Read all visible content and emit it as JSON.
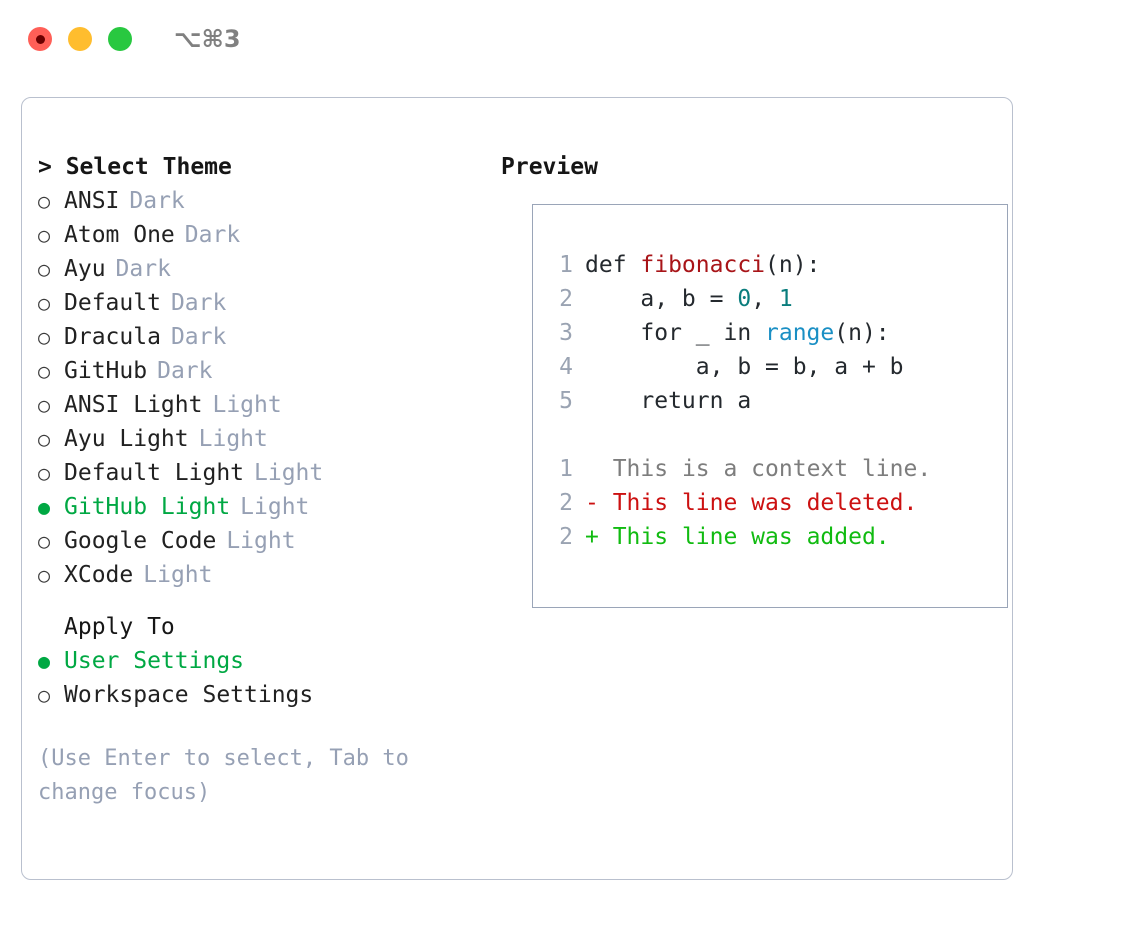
{
  "titlebar": {
    "shortcut": "⌥⌘3",
    "buttons": [
      "close",
      "minimize",
      "maximize"
    ]
  },
  "left": {
    "heading": "> Select Theme",
    "bullet_unselected": "○",
    "bullet_selected": "●",
    "themes": [
      {
        "name": "ANSI",
        "variant": "Dark",
        "selected": false
      },
      {
        "name": "Atom One",
        "variant": "Dark",
        "selected": false
      },
      {
        "name": "Ayu",
        "variant": "Dark",
        "selected": false
      },
      {
        "name": "Default",
        "variant": "Dark",
        "selected": false
      },
      {
        "name": "Dracula",
        "variant": "Dark",
        "selected": false
      },
      {
        "name": "GitHub",
        "variant": "Dark",
        "selected": false
      },
      {
        "name": "ANSI Light",
        "variant": "Light",
        "selected": false
      },
      {
        "name": "Ayu Light",
        "variant": "Light",
        "selected": false
      },
      {
        "name": "Default Light",
        "variant": "Light",
        "selected": false
      },
      {
        "name": "GitHub Light",
        "variant": "Light",
        "selected": true
      },
      {
        "name": "Google Code",
        "variant": "Light",
        "selected": false
      },
      {
        "name": "XCode",
        "variant": "Light",
        "selected": false
      }
    ],
    "apply_to": {
      "heading": "Apply To",
      "options": [
        {
          "name": "User Settings",
          "selected": true
        },
        {
          "name": "Workspace Settings",
          "selected": false
        }
      ]
    },
    "hint": "(Use Enter to select, Tab to change focus)"
  },
  "right": {
    "heading": "Preview",
    "code_lines": [
      {
        "no": "1",
        "tokens": [
          {
            "t": "def ",
            "k": "plain"
          },
          {
            "t": "fibonacci",
            "k": "fn"
          },
          {
            "t": "(n):",
            "k": "plain"
          }
        ]
      },
      {
        "no": "2",
        "tokens": [
          {
            "t": "    a, b = ",
            "k": "plain"
          },
          {
            "t": "0",
            "k": "num"
          },
          {
            "t": ", ",
            "k": "plain"
          },
          {
            "t": "1",
            "k": "num"
          }
        ]
      },
      {
        "no": "3",
        "tokens": [
          {
            "t": "    for _ in ",
            "k": "plain"
          },
          {
            "t": "range",
            "k": "call"
          },
          {
            "t": "(n):",
            "k": "plain"
          }
        ]
      },
      {
        "no": "4",
        "tokens": [
          {
            "t": "        a, b = b, a + b",
            "k": "plain"
          }
        ]
      },
      {
        "no": "5",
        "tokens": [
          {
            "t": "    return a",
            "k": "plain"
          }
        ]
      }
    ],
    "diff_lines": [
      {
        "no": "1",
        "marker": "  ",
        "text": "This is a context line.",
        "kind": "context"
      },
      {
        "no": "2",
        "marker": "- ",
        "text": "This line was deleted.",
        "kind": "deleted"
      },
      {
        "no": "2",
        "marker": "+ ",
        "text": "This line was added.",
        "kind": "added"
      }
    ]
  },
  "colors": {
    "panel_border": "#b9c0ce",
    "preview_border": "#9aa5b8",
    "selected_green": "#00a843",
    "variant_gray": "#96a0b4",
    "lineno_gray": "#9aa3b2",
    "code_text": "#24292e",
    "token_function": "#a81418",
    "token_number": "#0a7d7d",
    "token_call": "#1a8fc4",
    "diff_context": "#7d7d7d",
    "diff_deleted": "#cc1111",
    "diff_added": "#11bb11",
    "traffic_close": "#ff5f57",
    "traffic_minimize": "#ffbd2e",
    "traffic_maximize": "#28c840"
  }
}
